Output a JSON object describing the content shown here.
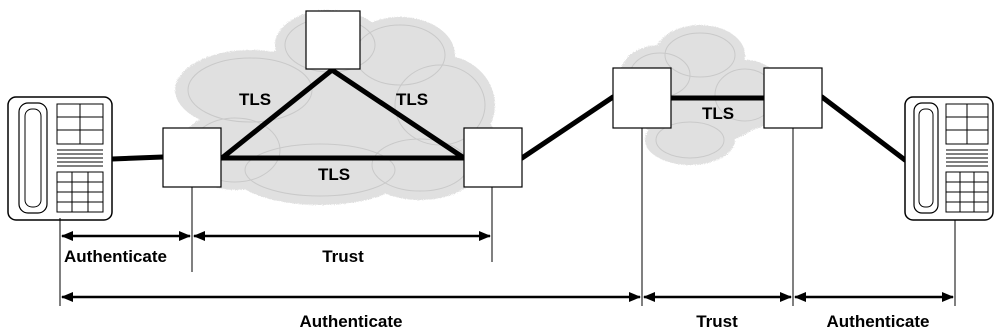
{
  "labels": {
    "tls": "TLS",
    "authenticate": "Authenticate",
    "trust": "Trust"
  }
}
